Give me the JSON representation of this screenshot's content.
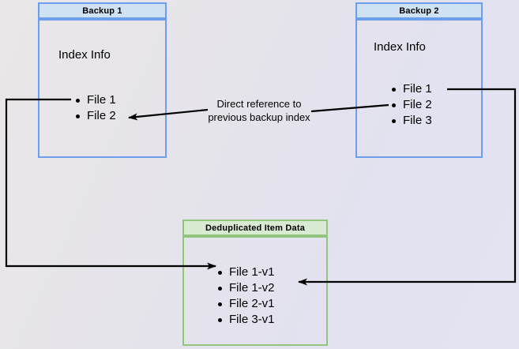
{
  "diagram": {
    "title_hidden": "",
    "background": {
      "from": "#e9e7e7",
      "to": "#e2e2f0"
    },
    "colors": {
      "blue_border": "#6d9eeb",
      "blue_header_fill": "#cfe2f3",
      "green_border": "#93c47d",
      "green_header_fill": "#d9ead3",
      "arrow": "#000000"
    },
    "backup1": {
      "header": "Backup 1",
      "index_title": "Index Info",
      "files": [
        {
          "label": "File 1"
        },
        {
          "label": "File 2"
        }
      ]
    },
    "backup2": {
      "header": "Backup 2",
      "index_title": "Index Info",
      "files": [
        {
          "label": "File 1"
        },
        {
          "label": "File 2"
        },
        {
          "label": "File 3"
        }
      ]
    },
    "dedup": {
      "header": "Deduplicated Item Data",
      "items": [
        {
          "label": "File 1-v1"
        },
        {
          "label": "File 1-v2"
        },
        {
          "label": "File 2-v1"
        },
        {
          "label": "File 3-v1"
        }
      ]
    },
    "annotation": {
      "line1": "Direct reference to",
      "line2": "previous backup index"
    }
  }
}
